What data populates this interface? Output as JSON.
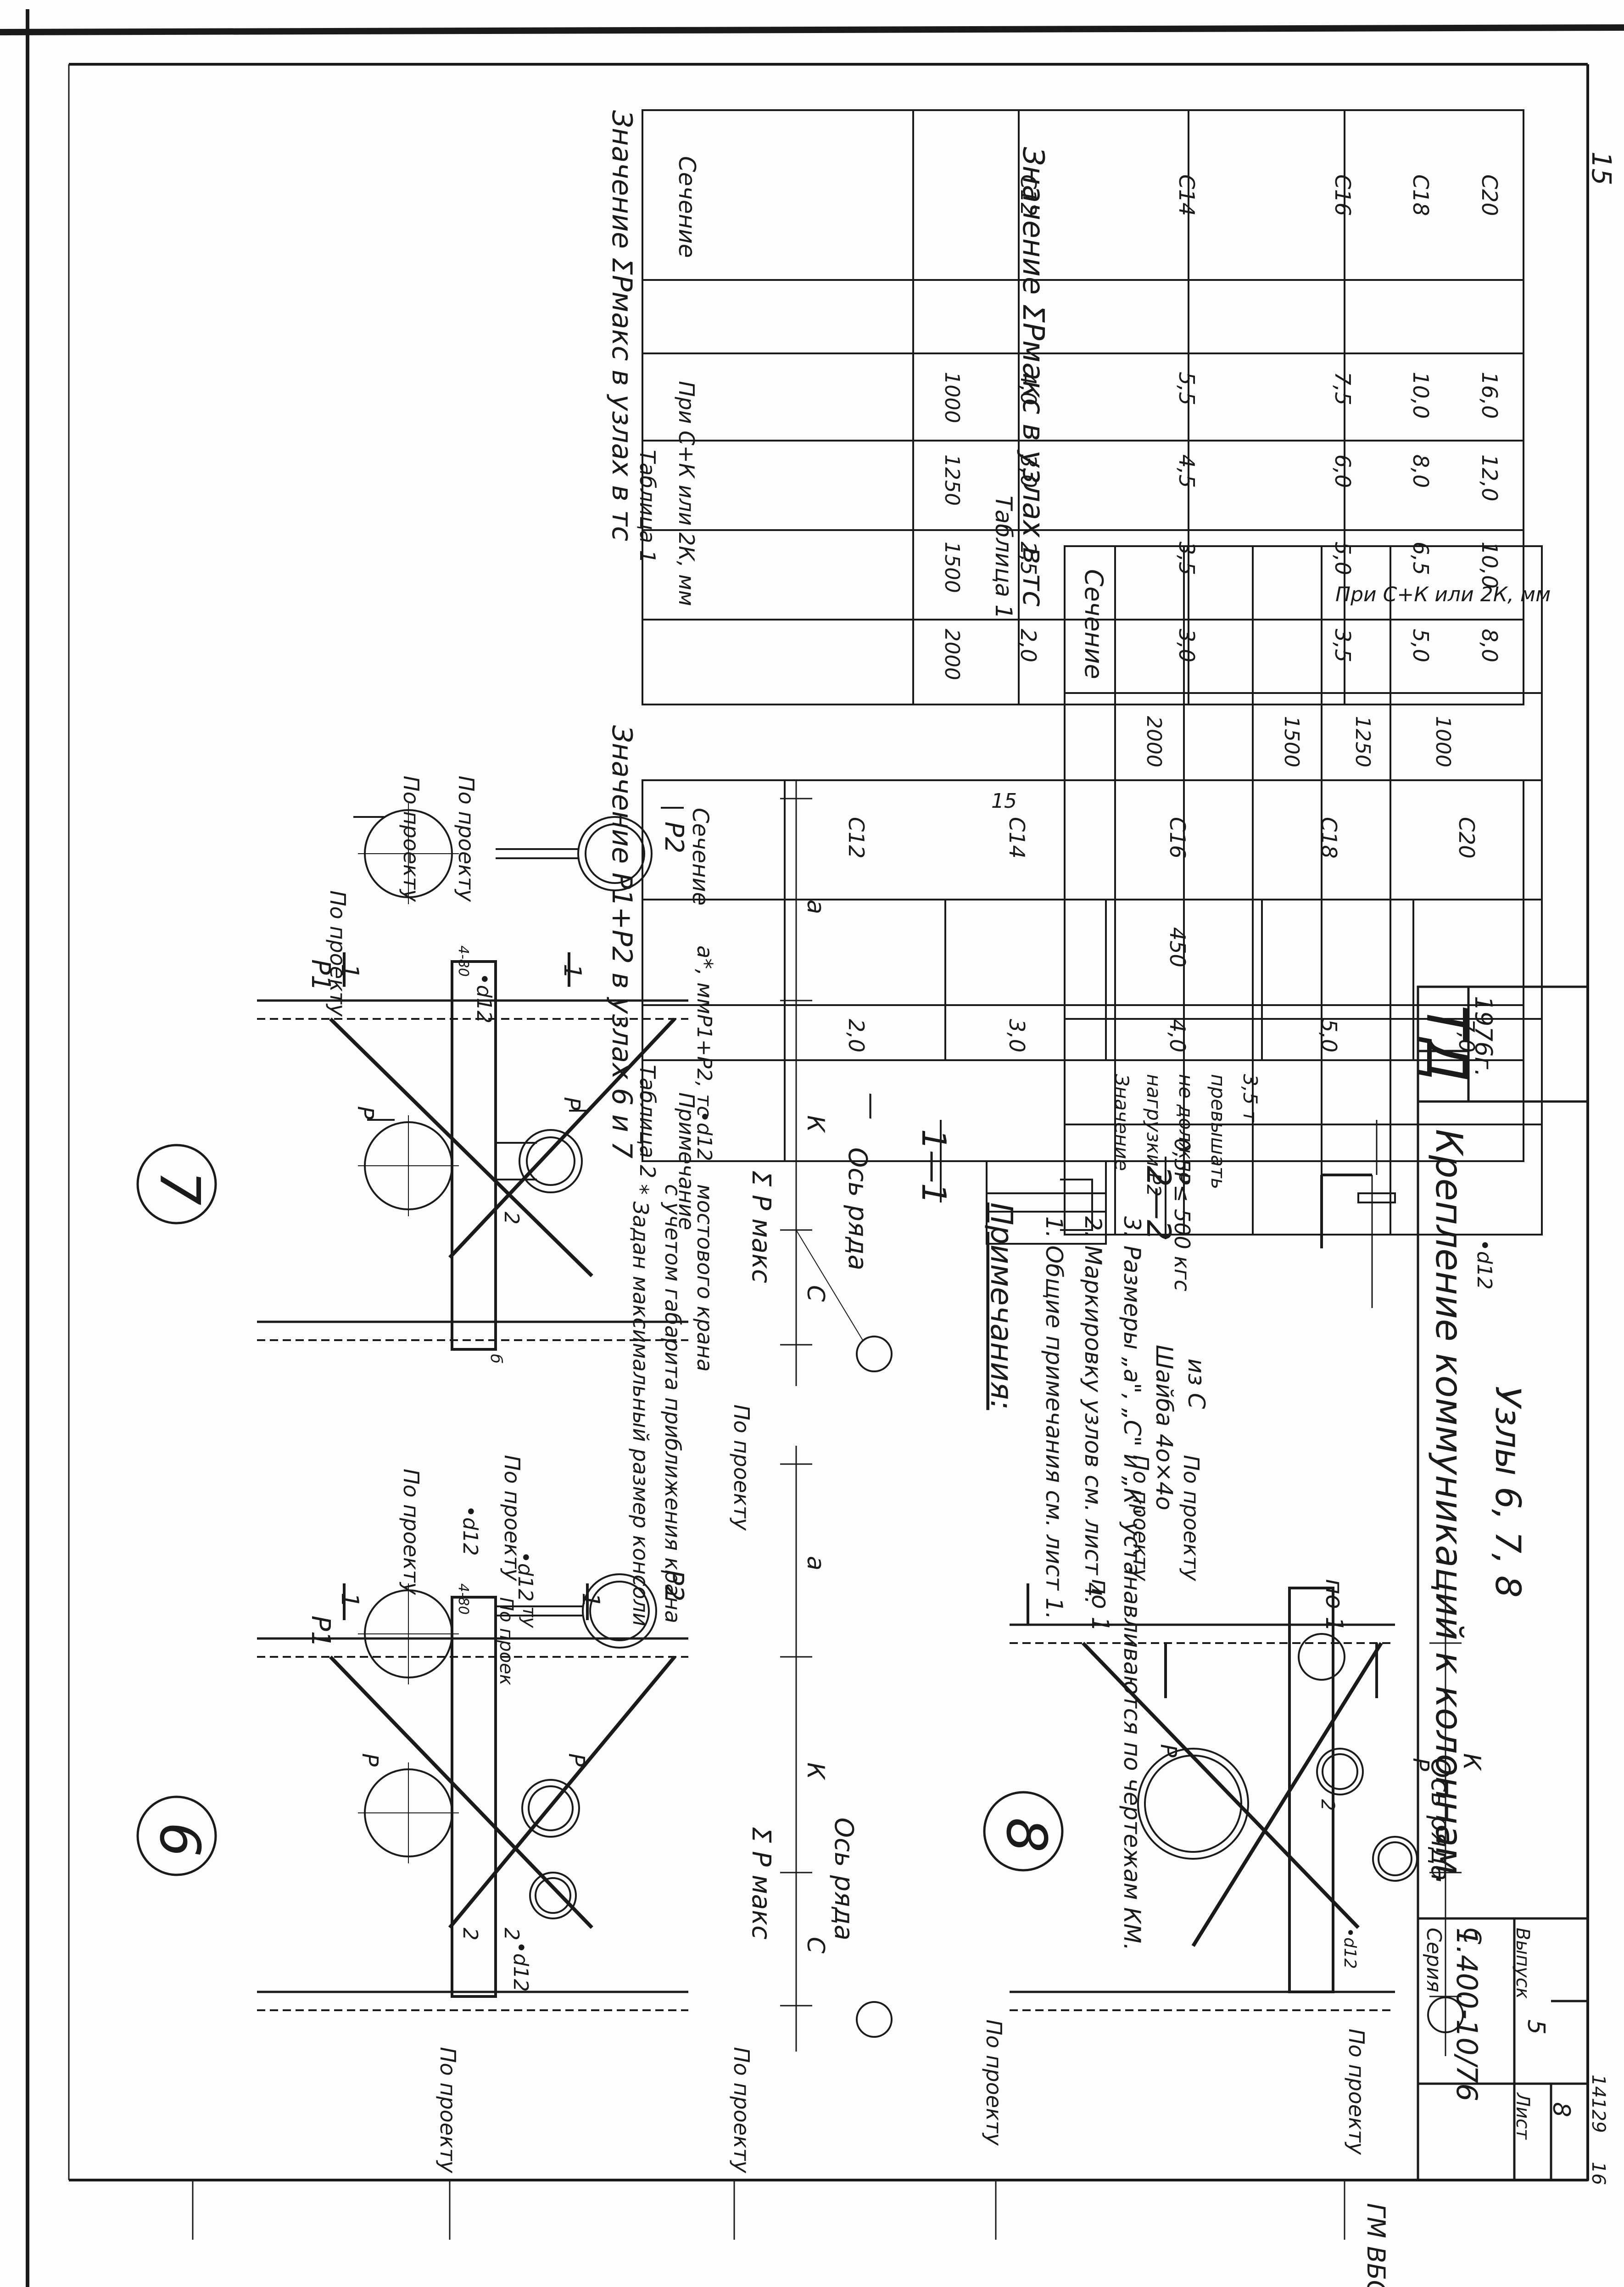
{
  "sheet_number": "15",
  "table1": {
    "caption": "Значение ΣРмакс в узлах в тс",
    "number": "Таблица 1",
    "col_section": "Сечение",
    "group_header": "При С+К или 2К, мм",
    "span_headers": [
      "1000",
      "1250",
      "1500",
      "2000"
    ],
    "rows": [
      {
        "section": "С12",
        "values": [
          "4,0",
          "3,0",
          "2,5",
          "2,0"
        ]
      },
      {
        "section": "С14",
        "values": [
          "5,5",
          "4,5",
          "3,5",
          "3,0"
        ]
      },
      {
        "section": "С16",
        "values": [
          "7,5",
          "6,0",
          "5,0",
          "3,5"
        ]
      },
      {
        "section": "С18",
        "values": [
          "10,0",
          "8,0",
          "6,5",
          "5,0"
        ]
      },
      {
        "section": "С20",
        "values": [
          "16,0",
          "12,0",
          "10,0",
          "8,0"
        ]
      }
    ]
  },
  "table2": {
    "caption": "Значение Р1+Р2 в узлах 6 и 7",
    "number": "Таблица 2",
    "col_section": "Сечение",
    "col_a": "а*, мм",
    "col_p": "Р1+Р2, тс",
    "col_note": "Примечание",
    "rows": [
      {
        "section": "С12",
        "a": "",
        "p": "2,0"
      },
      {
        "section": "С14",
        "a": "",
        "p": "3,0"
      },
      {
        "section": "С16",
        "a": "450",
        "p": "4,0"
      },
      {
        "section": "С18",
        "a": "",
        "p": "5,0"
      },
      {
        "section": "С20",
        "a": "",
        "p": "7,0"
      }
    ],
    "note_top": "—",
    "note_bottom": [
      "Значение",
      "нагрузки Р2",
      "не должно",
      "превышать",
      "3,5 т"
    ]
  },
  "footnote": [
    "* Задан максимальный размер консоли",
    "с учетом габарита приближения крана",
    "мостового крана"
  ],
  "notes": {
    "title": "Примечания:",
    "items": [
      "1. Общие примечания см. лист 1.",
      "2. Маркировку узлов см. лист 4.",
      "3. Размеры „а\", „С\" и „К\" устанавливаются по чертежам КМ."
    ]
  },
  "title_block": {
    "logo": "ТД",
    "year": "1976г.",
    "title": "Крепление коммуникаций к колоннам.",
    "subtitle": "Узлы 6, 7, 8",
    "series_label": "Серия",
    "series": "1.400-10/76",
    "issue_label": "Выпуск",
    "issue": "5",
    "sheet_label": "Лист",
    "sheet": "8",
    "archive_no": "14129",
    "archive_sheet": "16"
  },
  "nodes": {
    "n6": "6",
    "n7": "7",
    "n8": "8"
  },
  "labels": {
    "po_proektu": "По проекту",
    "po_proek": "По проек",
    "tu": "ту",
    "d12": "•d12",
    "d12_small": "•d12",
    "os_ryada": "Ось ряда",
    "sum_p": "Σ Р макс",
    "P": "Р",
    "P1": "Р1",
    "P2": "Р2",
    "a": "а",
    "K": "К",
    "C": "С",
    "b": "б",
    "k1": "1",
    "k2": "2",
    "section_1": "1—1",
    "section_2": "2—2",
    "po1": "по 1",
    "washer": "Шайба 4о×4о",
    "washer_of": "из С",
    "load": "0,5Р≤ 500 кгс",
    "plate": "4-80"
  },
  "margin_stamp": "ГМ ВБОКЕР"
}
